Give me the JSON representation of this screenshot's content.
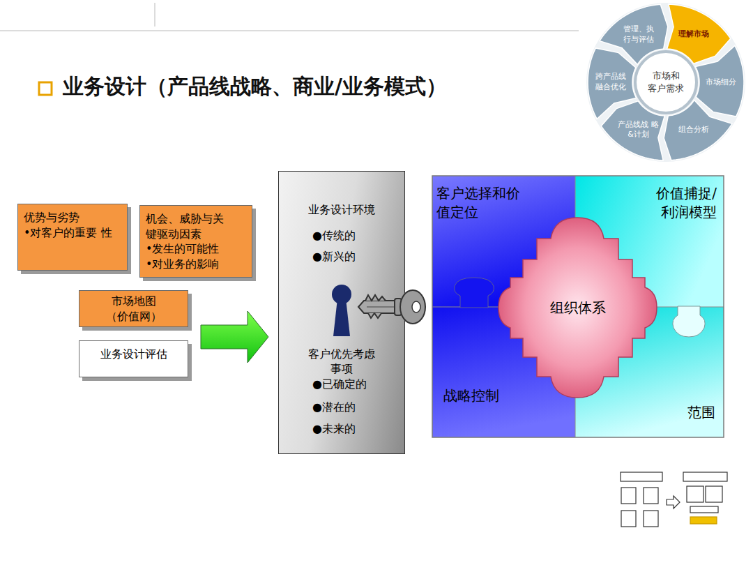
{
  "diagram": {
    "title": "业务设计（产品线战略、商业/业务模式）",
    "nodes": [
      {
        "text": [
          "市场和 客户需求"
        ]
      },
      {
        "text": [
          "理解市场"
        ]
      },
      {
        "text": [
          "市场细分"
        ]
      },
      {
        "text": [
          "组合分析"
        ]
      },
      {
        "text": [
          "产品线战 略&计划"
        ]
      },
      {
        "text": [
          "跨产品线 融合优化"
        ]
      },
      {
        "text": [
          "管理、执 行与评估"
        ]
      },
      {
        "text": [
          "优势与劣势",
          "•对客户的重要 性"
        ]
      },
      {
        "text": [
          "机会、威胁与关 键驱动因素",
          "•发生的可能性",
          "•对业务的影响"
        ]
      },
      {
        "text": [
          "市场地图 （价值网）"
        ]
      },
      {
        "text": [
          "业务设计评估"
        ]
      },
      {
        "text": [
          "业务设计环境",
          "●传统的",
          "●新兴的",
          "客户优先考虑 事项",
          "●已确定的",
          "●潜在的",
          "●未来的"
        ]
      },
      {
        "text": [
          "客户选择和价 值定位"
        ]
      },
      {
        "text": [
          "价值捕捉/ 利润模型"
        ]
      },
      {
        "text": [
          "组织体系"
        ]
      },
      {
        "text": [
          "战略控制"
        ]
      },
      {
        "text": [
          "范围"
        ]
      }
    ],
    "edges": [
      {
        "from": 9,
        "to": 11,
        "arrow": "to"
      }
    ]
  }
}
